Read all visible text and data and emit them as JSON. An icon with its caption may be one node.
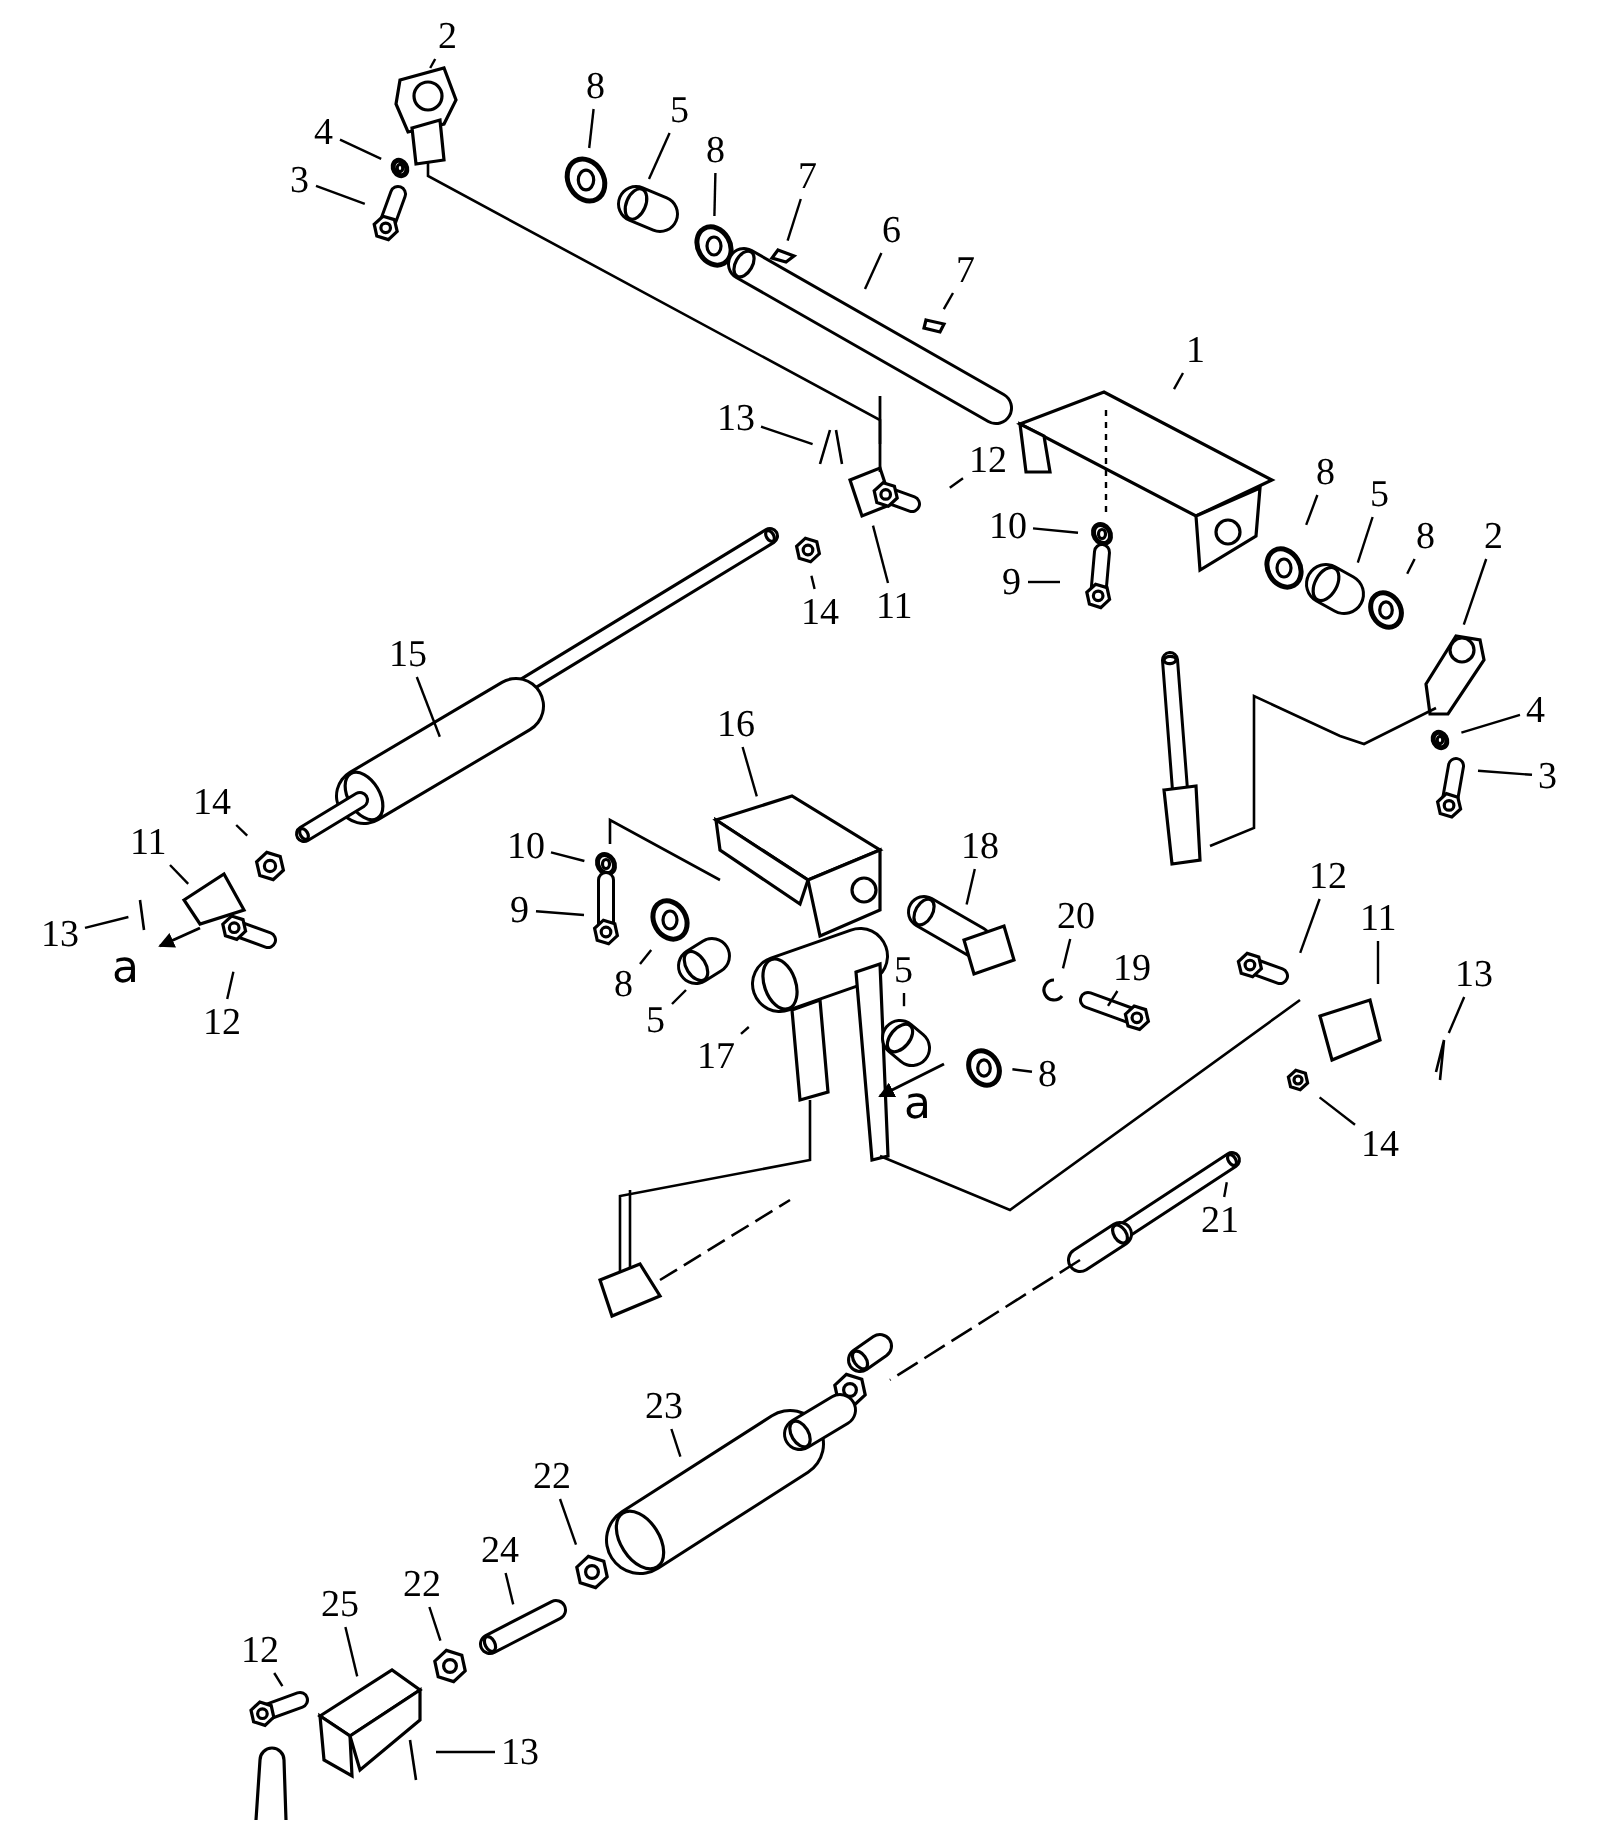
{
  "diagram": {
    "nodes": [
      {
        "text": [
          "1"
        ]
      },
      {
        "text": [
          "2"
        ]
      },
      {
        "text": [
          "4"
        ]
      },
      {
        "text": [
          "3"
        ]
      },
      {
        "text": [
          "8"
        ]
      },
      {
        "text": [
          "5"
        ]
      },
      {
        "text": [
          "8"
        ]
      },
      {
        "text": [
          "7"
        ]
      },
      {
        "text": [
          "6"
        ]
      },
      {
        "text": [
          "7"
        ]
      },
      {
        "text": [
          "13"
        ]
      },
      {
        "text": [
          "12"
        ]
      },
      {
        "text": [
          "14"
        ]
      },
      {
        "text": [
          "11"
        ]
      },
      {
        "text": [
          "10"
        ]
      },
      {
        "text": [
          "9"
        ]
      },
      {
        "text": [
          "8"
        ]
      },
      {
        "text": [
          "5"
        ]
      },
      {
        "text": [
          "8"
        ]
      },
      {
        "text": [
          "2"
        ]
      },
      {
        "text": [
          "4"
        ]
      },
      {
        "text": [
          "3"
        ]
      },
      {
        "text": [
          "15"
        ]
      },
      {
        "text": [
          "14"
        ]
      },
      {
        "text": [
          "11"
        ]
      },
      {
        "text": [
          "13"
        ]
      },
      {
        "text": [
          "12"
        ]
      },
      {
        "text": [
          "16"
        ]
      },
      {
        "text": [
          "10"
        ]
      },
      {
        "text": [
          "9"
        ]
      },
      {
        "text": [
          "8"
        ]
      },
      {
        "text": [
          "5"
        ]
      },
      {
        "text": [
          "17"
        ]
      },
      {
        "text": [
          "18"
        ]
      },
      {
        "text": [
          "20"
        ]
      },
      {
        "text": [
          "19"
        ]
      },
      {
        "text": [
          "12"
        ]
      },
      {
        "text": [
          "11"
        ]
      },
      {
        "text": [
          "13"
        ]
      },
      {
        "text": [
          "5"
        ]
      },
      {
        "text": [
          "8"
        ]
      },
      {
        "text": [
          "14"
        ]
      },
      {
        "text": [
          "21"
        ]
      },
      {
        "text": [
          "23"
        ]
      },
      {
        "text": [
          "22"
        ]
      },
      {
        "text": [
          "24"
        ]
      },
      {
        "text": [
          "22"
        ]
      },
      {
        "text": [
          "12"
        ]
      },
      {
        "text": [
          "25"
        ]
      },
      {
        "text": [
          "13"
        ]
      }
    ],
    "edges": [
      {
        "from": 0,
        "to": null,
        "arrow": "none"
      },
      {
        "from": 1,
        "to": null,
        "arrow": "none"
      },
      {
        "from": 2,
        "to": null,
        "arrow": "none"
      },
      {
        "from": 3,
        "to": null,
        "arrow": "none"
      },
      {
        "from": 4,
        "to": null,
        "arrow": "none"
      },
      {
        "from": 5,
        "to": null,
        "arrow": "none"
      },
      {
        "from": 6,
        "to": null,
        "arrow": "none"
      },
      {
        "from": 7,
        "to": null,
        "arrow": "none"
      },
      {
        "from": 8,
        "to": null,
        "arrow": "none"
      },
      {
        "from": 9,
        "to": null,
        "arrow": "none"
      },
      {
        "from": 10,
        "to": null,
        "arrow": "none"
      },
      {
        "from": 11,
        "to": null,
        "arrow": "none"
      },
      {
        "from": 12,
        "to": null,
        "arrow": "none"
      },
      {
        "from": 13,
        "to": null,
        "arrow": "none"
      },
      {
        "from": 14,
        "to": null,
        "arrow": "none"
      },
      {
        "from": 15,
        "to": null,
        "arrow": "none"
      },
      {
        "from": 16,
        "to": null,
        "arrow": "none"
      },
      {
        "from": 17,
        "to": null,
        "arrow": "none"
      },
      {
        "from": 18,
        "to": null,
        "arrow": "none"
      },
      {
        "from": 19,
        "to": null,
        "arrow": "none"
      },
      {
        "from": 20,
        "to": null,
        "arrow": "none"
      },
      {
        "from": 21,
        "to": null,
        "arrow": "none"
      },
      {
        "from": 22,
        "to": null,
        "arrow": "none"
      },
      {
        "from": 23,
        "to": null,
        "arrow": "none"
      },
      {
        "from": 24,
        "to": null,
        "arrow": "none"
      },
      {
        "from": 25,
        "to": null,
        "arrow": "none"
      },
      {
        "from": 26,
        "to": null,
        "arrow": "none"
      },
      {
        "from": 27,
        "to": null,
        "arrow": "none"
      },
      {
        "from": 28,
        "to": null,
        "arrow": "none"
      },
      {
        "from": 29,
        "to": null,
        "arrow": "none"
      },
      {
        "from": 30,
        "to": null,
        "arrow": "none"
      },
      {
        "from": 31,
        "to": null,
        "arrow": "none"
      },
      {
        "from": 32,
        "to": null,
        "arrow": "none"
      },
      {
        "from": 33,
        "to": null,
        "arrow": "none"
      },
      {
        "from": 34,
        "to": null,
        "arrow": "none"
      },
      {
        "from": 35,
        "to": null,
        "arrow": "none"
      },
      {
        "from": 36,
        "to": null,
        "arrow": "none"
      },
      {
        "from": 37,
        "to": null,
        "arrow": "none"
      },
      {
        "from": 38,
        "to": null,
        "arrow": "none"
      },
      {
        "from": 39,
        "to": null,
        "arrow": "none"
      },
      {
        "from": 40,
        "to": null,
        "arrow": "none"
      },
      {
        "from": 41,
        "to": null,
        "arrow": "none"
      },
      {
        "from": 42,
        "to": null,
        "arrow": "none"
      },
      {
        "from": 43,
        "to": null,
        "arrow": "none"
      },
      {
        "from": 44,
        "to": null,
        "arrow": "none"
      },
      {
        "from": 45,
        "to": null,
        "arrow": "none"
      },
      {
        "from": 46,
        "to": null,
        "arrow": "none"
      },
      {
        "from": 47,
        "to": null,
        "arrow": "none"
      },
      {
        "from": 48,
        "to": null,
        "arrow": "none"
      },
      {
        "from": 49,
        "to": null,
        "arrow": "none"
      }
    ],
    "labels": [
      "a",
      "a"
    ]
  }
}
